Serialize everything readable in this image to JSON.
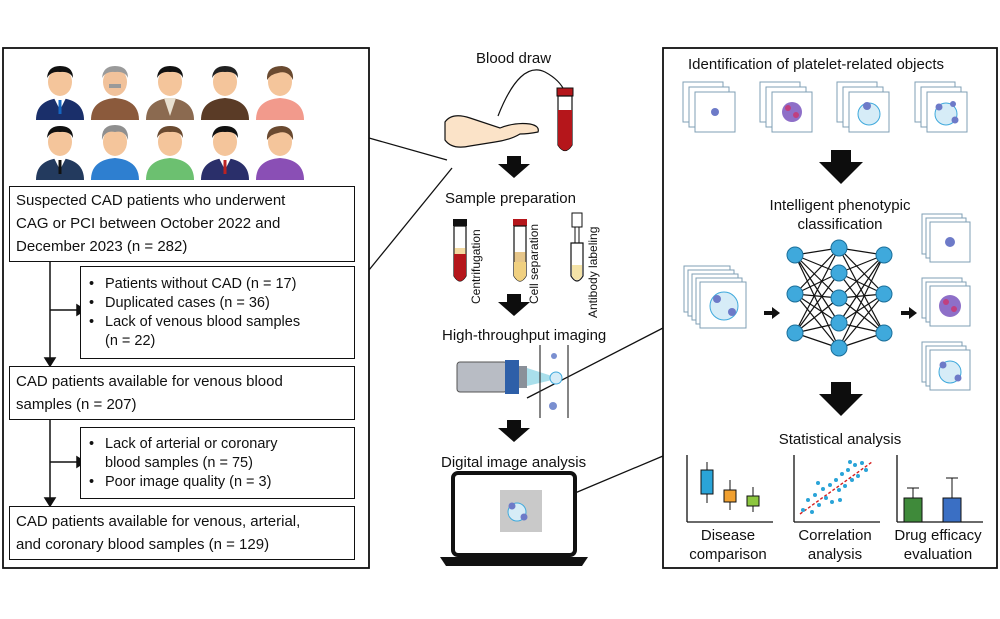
{
  "left": {
    "box1": [
      "Suspected CAD patients who underwent",
      "CAG or PCI between October 2022 and",
      "December 2023 (n = 282)"
    ],
    "excl1": [
      "Patients without CAD (n = 17)",
      "Duplicated cases (n = 36)",
      "Lack of venous blood samples",
      "(n = 22)"
    ],
    "box2": [
      "CAD patients available for venous blood",
      "samples (n = 207)"
    ],
    "excl2": [
      "Lack of arterial or coronary",
      "blood samples (n = 75)",
      "Poor image quality (n = 3)"
    ],
    "box3": [
      "CAD patients available for venous, arterial,",
      "and coronary blood samples (n = 129)"
    ]
  },
  "middle": {
    "blood_draw": "Blood draw",
    "sample_prep": "Sample preparation",
    "centrifugation": "Centrifugation",
    "cell_separation": "Cell separation",
    "antibody_labeling": "Antibody labeling",
    "imaging": "High-throughput imaging",
    "analysis": "Digital image analysis"
  },
  "right": {
    "identification": "Identification of platelet-related objects",
    "classification": [
      "Intelligent phenotypic",
      "classification"
    ],
    "statistical": "Statistical analysis",
    "disease": [
      "Disease",
      "comparison"
    ],
    "correlation": [
      "Correlation",
      "analysis"
    ],
    "drug": [
      "Drug efficacy",
      "evaluation"
    ]
  },
  "colors": {
    "arrow": "#0d0d0d",
    "node": "#3fa9dc",
    "blood_red": "#b5161b",
    "bar_green": "#3f8a3a",
    "bar_blue": "#3a6fc4",
    "box_cyan": "#2aa4d8",
    "box_orange": "#f0a030",
    "box_green": "#8cc63f"
  }
}
